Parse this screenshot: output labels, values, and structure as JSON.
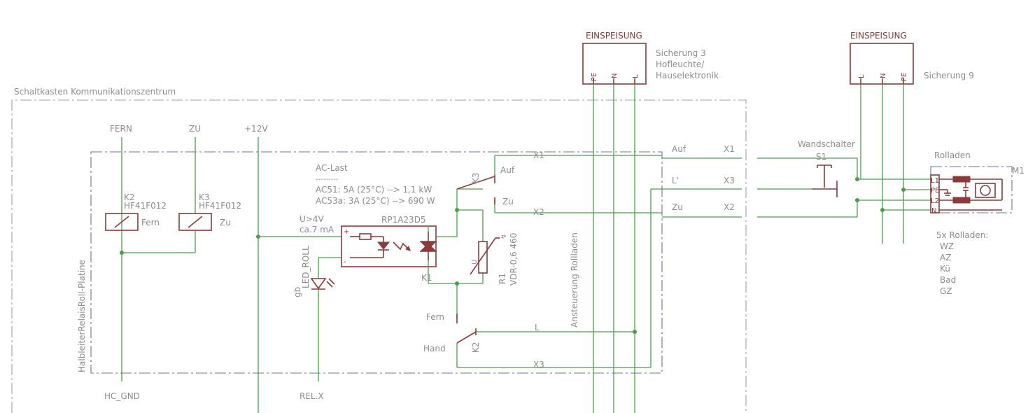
{
  "box": {
    "outer_title": "Schaltkasten Kommunikationszentrum",
    "board_title": "HalbleiterRelaisRoll-Platine"
  },
  "signals": {
    "fern": "FERN",
    "zu": "ZU",
    "v12": "+12V",
    "hc_gnd": "HC_GND",
    "rel_x": "REL.X"
  },
  "relays": [
    {
      "ref": "K2",
      "part": "HF41F012",
      "label": "Fern"
    },
    {
      "ref": "K3",
      "part": "HF41F012",
      "label": "Zu"
    }
  ],
  "ssr": {
    "part": "RP1A23D5",
    "ref": "K1",
    "input_label": "U>4V",
    "current_label": "ca.7 mA",
    "plus": "+",
    "minus": "-",
    "load_title": "AC-Last",
    "separator": "---------",
    "ac51": "AC51:  5A (25°C) --> 1,1 kW",
    "ac53": "AC53a: 3A (25°C) --> 690 W"
  },
  "led": {
    "name": "LED_ROLL",
    "color": "gb"
  },
  "varistor": {
    "ref": "R1",
    "part": "VDR-0,6 460",
    "u": "U"
  },
  "k3_switch": {
    "ref": "K3",
    "on": "Auf",
    "off": "Zu"
  },
  "k2_switch": {
    "ref": "K2",
    "on": "Fern",
    "off": "Hand"
  },
  "terminals": {
    "x1": "X1",
    "x2": "X2",
    "x3": "X3",
    "l": "L",
    "auf": "Auf",
    "lprime": "L'",
    "zu": "Zu"
  },
  "control_label": "Ansteuerung Rollladen",
  "feed1": {
    "title": "EINSPEISUNG",
    "pins": [
      "PE",
      "N",
      "L"
    ],
    "note1": "Sicherung 3",
    "note2": "Hofleuchte/",
    "note3": "Hauselektronik"
  },
  "feed2": {
    "title": "EINSPEISUNG",
    "pins": [
      "L",
      "N",
      "PE"
    ],
    "note1": "Sicherung 9"
  },
  "wall_switch": {
    "title": "Wandschalter",
    "ref": "S1"
  },
  "motor": {
    "title": "Rolladen",
    "ref": "M1",
    "pins": [
      "L1",
      "PE",
      "L2",
      "N"
    ],
    "count": "5x Rolladen:",
    "rooms": [
      "WZ",
      "AZ",
      "Kü",
      "Bad",
      "GZ"
    ]
  }
}
